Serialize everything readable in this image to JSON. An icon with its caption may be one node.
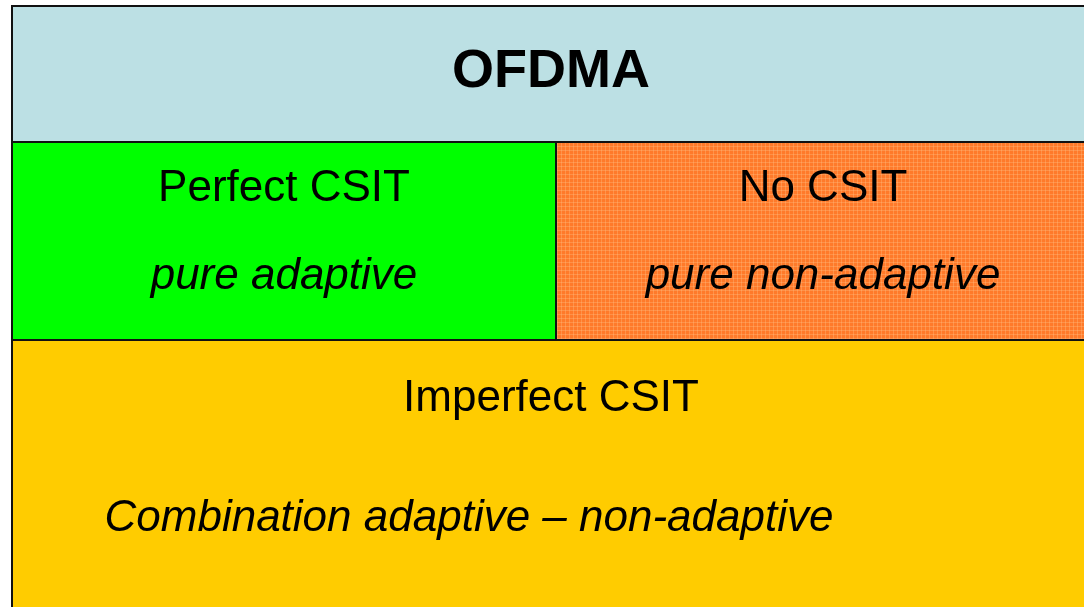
{
  "diagram": {
    "nodes": [
      {
        "text": [
          "OFDMA"
        ]
      },
      {
        "text": [
          "Perfect CSIT",
          "pure adaptive"
        ]
      },
      {
        "text": [
          "No CSIT",
          "pure non-adaptive"
        ]
      },
      {
        "text": [
          "Imperfect CSIT",
          "Combination adaptive – non-adaptive"
        ]
      }
    ]
  }
}
